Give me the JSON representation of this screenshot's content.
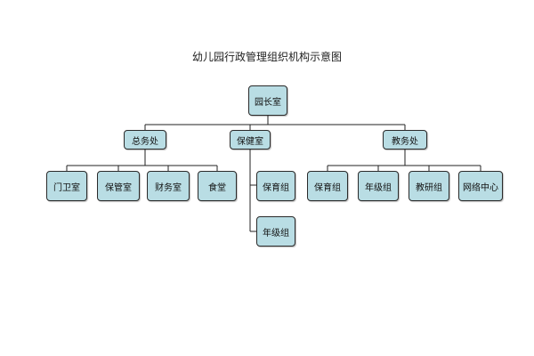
{
  "diagram": {
    "title": "幼儿园行政管理组织机构示意图",
    "node_fill": "#b9dde4",
    "node_border": "#2a2a2a",
    "line_color": "#222222",
    "nodes": {
      "root": "园长室",
      "general": "总务处",
      "health": "保健室",
      "teaching": "教务处",
      "gate": "门卫室",
      "storage": "保管室",
      "finance": "财务室",
      "canteen": "食堂",
      "health_care_group": "保育组",
      "health_grade_group": "年级组",
      "teach_care_group": "保育组",
      "teach_grade_group": "年级组",
      "research_group": "教研组",
      "network_center": "网络中心"
    }
  }
}
